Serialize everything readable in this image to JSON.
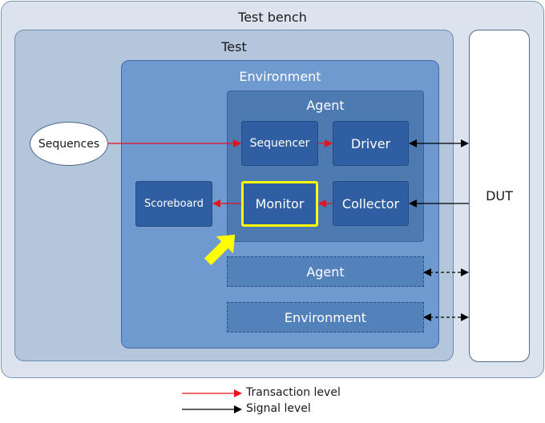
{
  "colors": {
    "transaction_arrow": "#e8121b",
    "signal_arrow": "#000000",
    "highlight": "#ffff00"
  },
  "testbench": {
    "label": "Test bench"
  },
  "test": {
    "label": "Test"
  },
  "environment": {
    "label": "Environment",
    "agent": {
      "label": "Agent",
      "blocks": {
        "sequencer": "Sequencer",
        "driver": "Driver",
        "monitor": "Monitor",
        "collector": "Collector"
      }
    },
    "scoreboard": "Scoreboard",
    "agent2": "Agent",
    "environment2": "Environment"
  },
  "sequences": "Sequences",
  "dut": "DUT",
  "legend": [
    {
      "label": "Transaction level",
      "color": "#e8121b"
    },
    {
      "label": "Signal level",
      "color": "#000000"
    }
  ]
}
